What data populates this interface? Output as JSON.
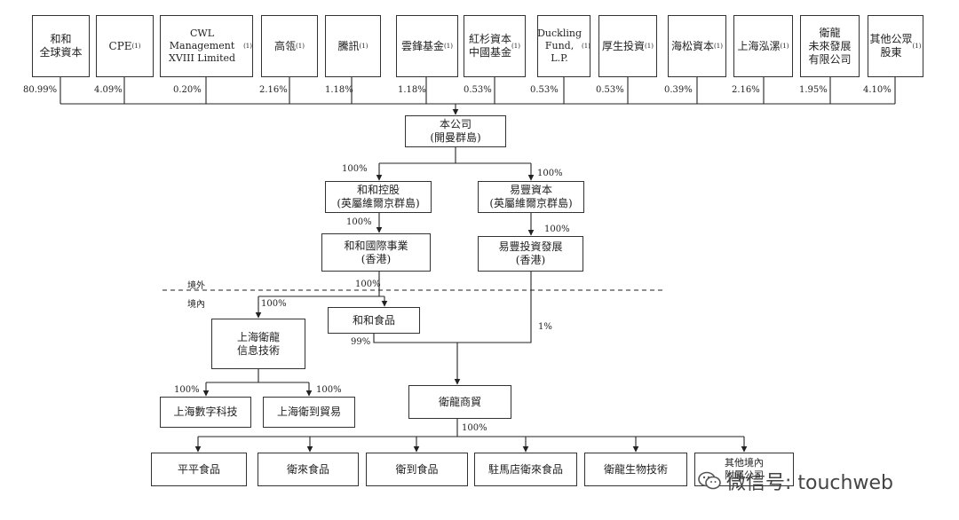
{
  "shareholders": [
    {
      "name": "和和\n全球資本",
      "note": "",
      "pct": "80.99%"
    },
    {
      "name": "CPE",
      "note": "(1)",
      "pct": "4.09%"
    },
    {
      "name": "CWL Management\nXVIII Limited",
      "note": "(1)",
      "pct": "0.20%"
    },
    {
      "name": "高瓴",
      "note": "(1)",
      "pct": "2.16%"
    },
    {
      "name": "騰訊",
      "note": "(1)",
      "pct": "1.18%"
    },
    {
      "name": "雲鋒基金",
      "note": "(1)",
      "pct": "1.18%"
    },
    {
      "name": "紅杉資本\n中國基金",
      "note": "(1)",
      "pct": "0.53%"
    },
    {
      "name": "Duckling\nFund,\nL.P.",
      "note": "(1)",
      "pct": "0.53%"
    },
    {
      "name": "厚生投資",
      "note": "(1)",
      "pct": "0.53%"
    },
    {
      "name": "海松資本",
      "note": "(1)",
      "pct": "0.39%"
    },
    {
      "name": "上海泓漯",
      "note": "(1)",
      "pct": "2.16%"
    },
    {
      "name": "衛龍\n未來發展\n有限公司",
      "note": "",
      "pct": "1.95%"
    },
    {
      "name": "其他公眾\n股東",
      "note": "(1)",
      "pct": "4.10%"
    }
  ],
  "company": {
    "name": "本公司\n(開曼群島)"
  },
  "entities": {
    "hehe_holding": "和和控股\n(英屬維爾京群島)",
    "yifeng_capital": "易豐資本\n(英屬維爾京群島)",
    "hehe_intl": "和和國際事業\n(香港)",
    "yifeng_invest": "易豐投資發展\n(香港)",
    "shanghai_weilong": "上海衛龍\n信息技術",
    "hehe_food": "和和食品",
    "shanghai_digital": "上海數字科技",
    "shanghai_trade": "上海衛到貿易",
    "weilong_trade": "衛龍商貿"
  },
  "subsidiaries": [
    "平平食品",
    "衛來食品",
    "衛到食品",
    "駐馬店衛來食品",
    "衛龍生物技術",
    "其他境內\n附屬公司"
  ],
  "percentages": {
    "to_hehe_holding": "100%",
    "to_yifeng_capital": "100%",
    "to_hehe_intl": "100%",
    "to_yifeng_invest": "100%",
    "to_weilong_and_food": "100%",
    "to_shanghai_weilong": "100%",
    "hehe_food_to_trade": "99%",
    "yifeng_to_trade": "1%",
    "to_digital": "100%",
    "to_trade_sub": "100%",
    "trade_to_subs": "100%"
  },
  "zones": {
    "offshore": "境外",
    "onshore": "境內"
  },
  "watermark": "微信号: touchweb"
}
